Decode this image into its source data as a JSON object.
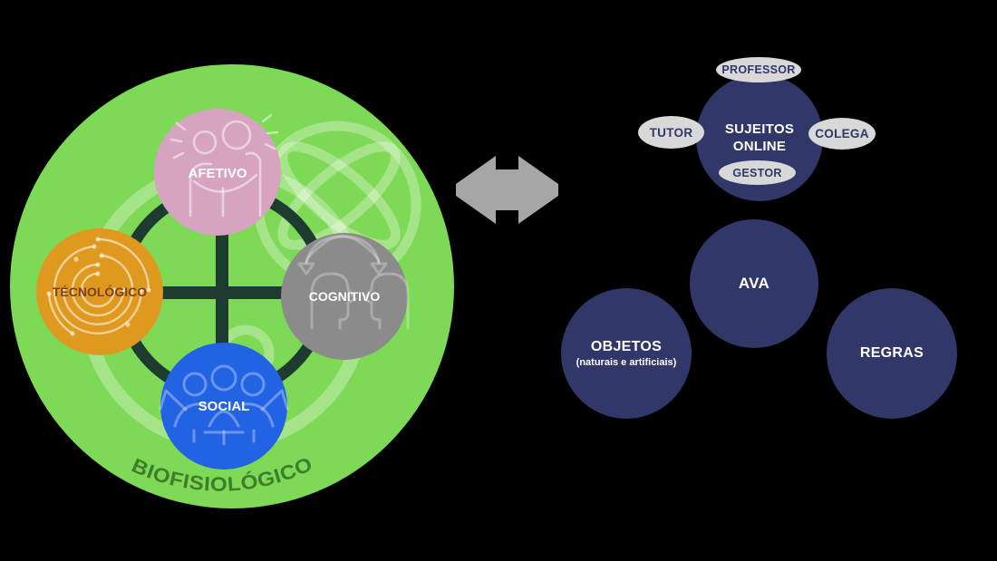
{
  "background_color": "#000000",
  "left_system": {
    "outer_circle": {
      "label": "BIOFISIOLÓGICO",
      "fill_color": "#7ed957",
      "label_color": "#3f7d2b"
    },
    "connector_color": "#1d3c2f",
    "watermark_icon": "brain-atom-watermark",
    "nodes": [
      {
        "id": "afetivo",
        "label": "AFETIVO",
        "fill_color": "#d6a3c1",
        "label_color": "#ffffff",
        "icon": "hugging-people-icon",
        "position": "top"
      },
      {
        "id": "tecnologico",
        "label": "TÉCNOLÓGICO",
        "fill_color": "#e0991f",
        "label_color": "#7c421a",
        "icon": "circuit-rings-icon",
        "position": "left"
      },
      {
        "id": "cognitivo",
        "label": "COGNITIVO",
        "fill_color": "#8b8b8b",
        "label_color": "#ffffff",
        "icon": "minds-exchange-icon",
        "position": "right"
      },
      {
        "id": "social",
        "label": "SOCIAL",
        "fill_color": "#2263e3",
        "label_color": "#ffffff",
        "icon": "linked-people-icon",
        "position": "bottom"
      }
    ]
  },
  "link_arrow": {
    "icon": "double-headed-arrow-icon",
    "direction": "horizontal-both",
    "color": "#a6a6a6"
  },
  "right_system": {
    "hub": {
      "label_line1": "SUJEITOS",
      "label_line2": "ONLINE",
      "fill_color": "#313768",
      "label_color": "#ffffff"
    },
    "badge_fill_color": "#d8d8d8",
    "badge_label_color": "#313768",
    "badges": [
      {
        "label": "PROFESSOR",
        "position": "top"
      },
      {
        "label": "TUTOR",
        "position": "left"
      },
      {
        "label": "COLEGA",
        "position": "right"
      },
      {
        "label": "GESTOR",
        "position": "bottom"
      }
    ],
    "satellite_fill_color": "#313768",
    "satellites": [
      {
        "id": "ava",
        "label": "AVA",
        "sublabel": ""
      },
      {
        "id": "objetos",
        "label": "OBJETOS",
        "sublabel": "(naturais e artificiais)"
      },
      {
        "id": "regras",
        "label": "REGRAS",
        "sublabel": ""
      }
    ]
  }
}
